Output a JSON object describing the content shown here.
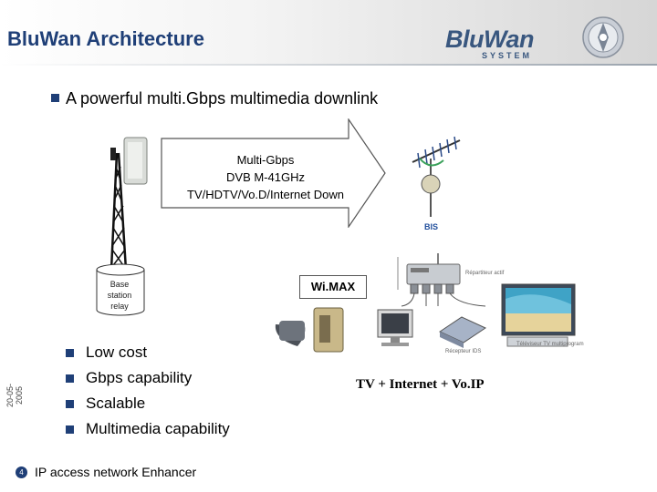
{
  "header": {
    "title": "BluWan Architecture",
    "logo_text": "BluWan",
    "logo_sub": "SYSTEM"
  },
  "headline": "A powerful multi.Gbps multimedia downlink",
  "arrow": {
    "line1": "Multi-Gbps",
    "line2": "DVB M-41GHz",
    "line3": "TV/HDTV/Vo.D/Internet Down"
  },
  "diagram": {
    "base_station_label_1": "Base",
    "base_station_label_2": "station",
    "base_station_label_3": "relay",
    "bis_label": "BIS",
    "wimax_label": "Wi.MAX",
    "repeater_label": "Répartiteur actif",
    "receiver_label": "Récepteur IDS",
    "tv_label": "Téléviseur TV multiprogram"
  },
  "features": [
    "Low cost",
    "Gbps capability",
    "Scalable",
    "Multimedia capability"
  ],
  "tv_line": "TV + Internet + Vo.IP",
  "side_date": "20-05-2005",
  "page_number": "4",
  "footer": "IP access network Enhancer",
  "colors": {
    "title": "#1f3f77",
    "bullet": "#1f3f77",
    "arrow_fill": "#ffffff"
  }
}
